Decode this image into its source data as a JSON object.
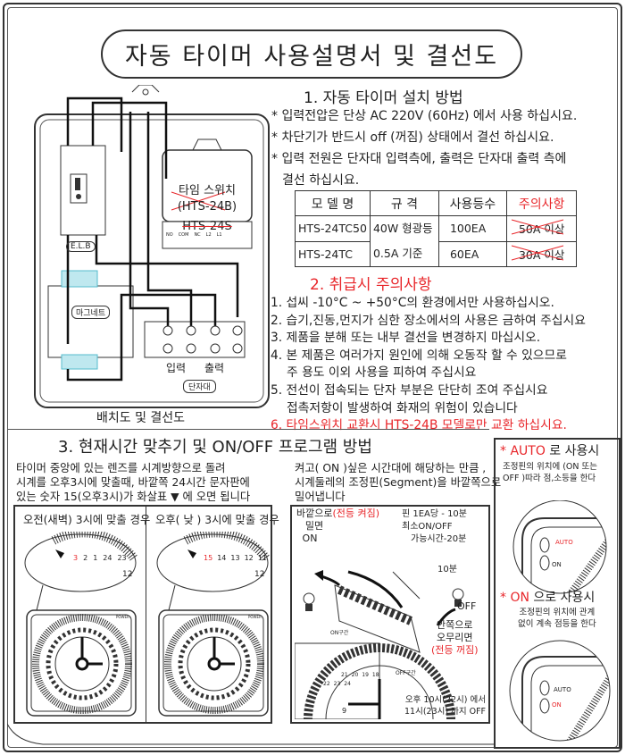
{
  "title": "자동 타이머 사용설명서 및 결선도",
  "diagram": {
    "caption": "배치도 및 결선도",
    "timer_name": "타임 스위치",
    "timer_model": "(HTS-24B)",
    "timer_old_model": "HTS-24S",
    "timer_terminals": [
      "NO",
      "COM",
      "NC",
      "L2",
      "L1"
    ],
    "elb": "E.L.B",
    "magnet": "마그네트",
    "input_label": "입력",
    "output_label": "출력",
    "terminal_block": "단자대"
  },
  "section1": {
    "heading": "1. 자동 타이머 설치 방법",
    "bullets": [
      "입력전압은 단상 AC 220V (60Hz) 에서 사용 하십시요.",
      "차단기가 반드시 off (꺼짐) 상태에서 결선 하십시요.",
      "입력 전원은 단자대 입력측에, 출력은 단자대 출력 측에",
      "결선 하십시요."
    ],
    "table": {
      "headers": [
        "모 델 명",
        "규 격",
        "사용등수",
        "주의사항"
      ],
      "spec": [
        "40W 형광등",
        "0.5A 기준"
      ],
      "rows": [
        {
          "model": "HTS-24TC50",
          "count": "100EA",
          "caution": "50A 이상"
        },
        {
          "model": "HTS-24TC",
          "count": "60EA",
          "caution": "30A 이상"
        }
      ]
    }
  },
  "section2": {
    "heading": "2. 취급시 주의사항",
    "items": [
      "1. 섭씨 -10°C ~ +50°C의 환경에서만 사용하십시오.",
      "2. 습기,진동,먼지가 심한 장소에서의 사용은 금하여 주십시요",
      "3. 제품을 분해 또는 내부 결선을 변경하지 마십시오.",
      "4. 본 제품은 여러가지 원인에 의해 오동작 할 수 있으므로",
      "주 용도 이외 사용을 피하여 주십시요",
      "5. 전선이 접속되는 단자 부분은 단단히 조여 주십시요",
      "접촉저항이 발생하여 화재의 위험이 있습니다",
      "6. 타임스위치 교환시 HTS-24B 모델로만 교환 하십시요."
    ]
  },
  "section3": {
    "heading": "3. 현재시간 맞추기 및 ON/OFF 프로그램 방법",
    "left_text": [
      "타이머 중앙에 있는 렌즈를 시계방향으로 돌려",
      "시계를 오후3시에 맞출때, 바깥쪽 24시간 문자판에",
      "있는 숫자 15(오후3시)가 화살표 ▼ 에 오면 됩니다"
    ],
    "mid_text": [
      "켜고( ON )싶은 시간대에 해당하는 만큼 ,",
      "시계둘레의 조정핀(Segment)을 바깥쪽으로",
      "밀어냅니다"
    ],
    "panel_am": {
      "title": "오전(새벽) 3시에 맞출 경우",
      "dial": [
        "3",
        "2",
        "1",
        "24",
        "23"
      ],
      "hour": "12",
      "power": "POWER"
    },
    "panel_pm": {
      "title": "오후( 낮 ) 3시에 맞출 경우",
      "dial": [
        "15",
        "14",
        "13",
        "12",
        "11"
      ],
      "hour": "12",
      "power": "POWER"
    },
    "seg": {
      "push_out": "바깥으로",
      "push_out2": "밀면",
      "on": "ON",
      "light_on": "(전등 켜짐)",
      "pin_info": [
        "핀 1EA당 - 10분",
        "최소ON/OFF",
        "가능시간-20분"
      ],
      "ten_min": "10분",
      "off": "OFF",
      "push_in": [
        "안쪽으로",
        "오무리면"
      ],
      "light_off": "(전등 꺼짐)",
      "on_zone": "ON구간",
      "off_zone": "OFF구간",
      "example": [
        "오후 10시(22시) 에서",
        "11시(23시) 까지 OFF"
      ],
      "dial": [
        "21",
        "20",
        "19",
        "18",
        "22",
        "23",
        "24"
      ],
      "nine": "9"
    },
    "auto": {
      "star": "*",
      "heading_red": "AUTO",
      "heading_rest": " 로 사용시",
      "desc": [
        "조정핀의 위치에 (ON 또는",
        "OFF )따라  점,소등을 한다"
      ],
      "label_auto": "AUTO",
      "label_on": "ON"
    },
    "on_mode": {
      "star": "*",
      "heading_red": "ON",
      "heading_rest": " 으로 사용시",
      "desc": [
        "조정핀의 위치에 관계",
        "없이 계속 점등을 한다"
      ],
      "label_auto": "AUTO",
      "label_on": "ON"
    }
  }
}
